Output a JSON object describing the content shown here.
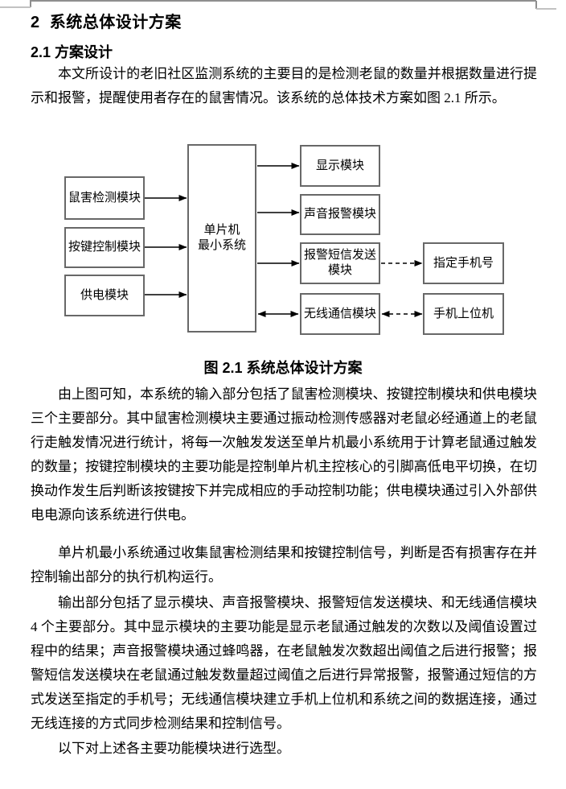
{
  "document": {
    "heading1": "2  系统总体设计方案",
    "heading2": "2.1 方案设计",
    "paragraphs": [
      "本文所设计的老旧社区监测系统的主要目的是检测老鼠的数量并根据数量进行提示和报警，提醒使用者存在的鼠害情况。该系统的总体技术方案如图 2.1 所示。",
      "由上图可知，本系统的输入部分包括了鼠害检测模块、按键控制模块和供电模块三个主要部分。其中鼠害检测模块主要通过振动检测传感器对老鼠必经通道上的老鼠行走触发情况进行统计，将每一次触发发送至单片机最小系统用于计算老鼠通过触发的数量；按键控制模块的主要功能是控制单片机主控核心的引脚高低电平切换，在切换动作发生后判断该按键按下并完成相应的手动控制功能；供电模块通过引入外部供电电源向该系统进行供电。",
      "单片机最小系统通过收集鼠害检测结果和按键控制信号，判断是否有损害存在并控制输出部分的执行机构运行。",
      "输出部分包括了显示模块、声音报警模块、报警短信发送模块、和无线通信模块 4 个主要部分。其中显示模块的主要功能是显示老鼠通过触发的次数以及阈值设置过程中的结果；声音报警模块通过蜂鸣器，在老鼠触发次数超出阈值之后进行报警；报警短信发送模块在老鼠通过触发数量超过阈值之后进行异常报警，报警通过短信的方式发送至指定的手机号；无线通信模块建立手机上位机和系统之间的数据连接，通过无线连接的方式同步检测结果和控制信号。",
      "以下对上述各主要功能模块进行选型。"
    ],
    "figure_caption": "图 2.1  系统总体设计方案"
  },
  "diagram": {
    "labels": {
      "rat_detect": "鼠害检测模块",
      "key_control": "按键控制模块",
      "power": "供电模块",
      "mcu_line1": "单片机",
      "mcu_line2": "最小系统",
      "display": "显示模块",
      "sound_alarm": "声音报警模块",
      "sms_send": "报警短信发送模块",
      "wireless": "无线通信模块",
      "phone_number": "指定手机号",
      "phone_host": "手机上位机"
    },
    "connections": [
      {
        "from": "鼠害检测模块",
        "to": "单片机最小系统",
        "style": "solid",
        "direction": "one-way"
      },
      {
        "from": "按键控制模块",
        "to": "单片机最小系统",
        "style": "solid",
        "direction": "one-way"
      },
      {
        "from": "供电模块",
        "to": "单片机最小系统",
        "style": "solid",
        "direction": "one-way"
      },
      {
        "from": "单片机最小系统",
        "to": "显示模块",
        "style": "solid",
        "direction": "one-way"
      },
      {
        "from": "单片机最小系统",
        "to": "声音报警模块",
        "style": "solid",
        "direction": "one-way"
      },
      {
        "from": "单片机最小系统",
        "to": "报警短信发送模块",
        "style": "solid",
        "direction": "one-way"
      },
      {
        "from": "单片机最小系统",
        "to": "无线通信模块",
        "style": "solid",
        "direction": "two-way"
      },
      {
        "from": "报警短信发送模块",
        "to": "指定手机号",
        "style": "dashed",
        "direction": "one-way"
      },
      {
        "from": "无线通信模块",
        "to": "手机上位机",
        "style": "dashed",
        "direction": "two-way"
      }
    ],
    "colors": {
      "box_border": "#686868",
      "arrow": "#000000"
    }
  }
}
